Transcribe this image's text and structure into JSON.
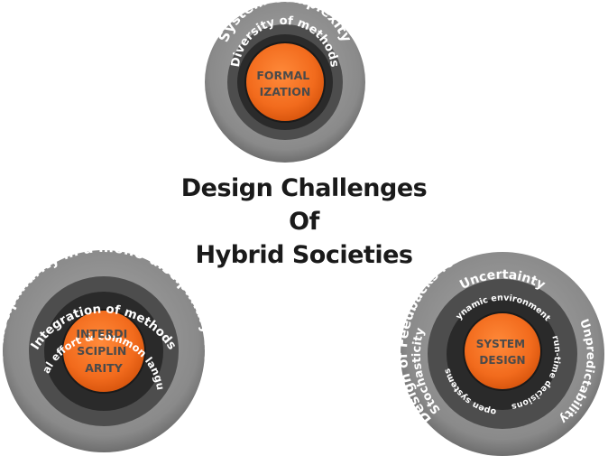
{
  "title": {
    "line1": "Design Challenges",
    "line2": "Of",
    "line3": "Hybrid Societies"
  },
  "colors": {
    "outer_ring": "#8e8e8e",
    "mid_ring": "#4d4d4d",
    "inner_ring": "#2a2a2a",
    "core": "#f26b1d",
    "ring_text": "#ffffff",
    "core_text": "#4a4a4a",
    "title_text": "#1a1a1a"
  },
  "formalization": {
    "outer_text": "System Complexity",
    "middle_text": "Diversity of methods",
    "core_lines": [
      "FORMAL",
      "IZATION"
    ]
  },
  "interdisciplinarity": {
    "outer_text": "Interdisciplinarity in a mono-disciplinary world",
    "middle_text": "Integration of methods",
    "inner_text": "Initial effort & common language",
    "core_lines": [
      "INTERDI",
      "SCIPLIN",
      "ARITY"
    ]
  },
  "system_design": {
    "outer_text": "Design of Feedbacks for Self-Organization and User Feedback",
    "middle_text_top": "Uncertainty",
    "middle_text_left": "Stochasticity",
    "middle_text_right": "Unpredictability",
    "inner_text_top": "Dynamic environments",
    "inner_text_right": "run-time decisions",
    "inner_text_left": "open systems",
    "core_lines": [
      "SYSTEM",
      "DESIGN"
    ]
  }
}
